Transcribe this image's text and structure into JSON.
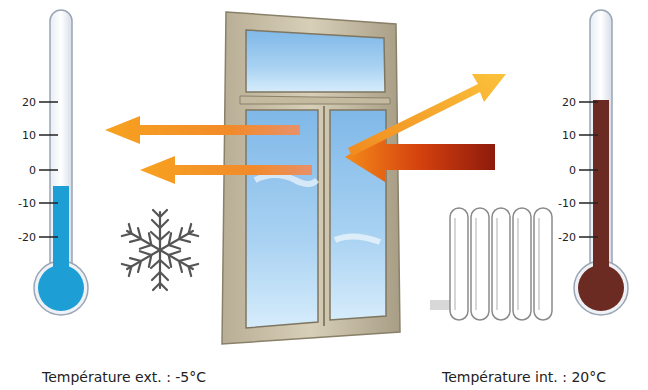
{
  "diagram": {
    "labels": [
      "20",
      "10",
      "0",
      "-10",
      "-20",
      "20",
      "10",
      "0",
      "-10",
      "-20",
      "Température ext. : -5°C",
      "Température int. : 20°C"
    ]
  }
}
